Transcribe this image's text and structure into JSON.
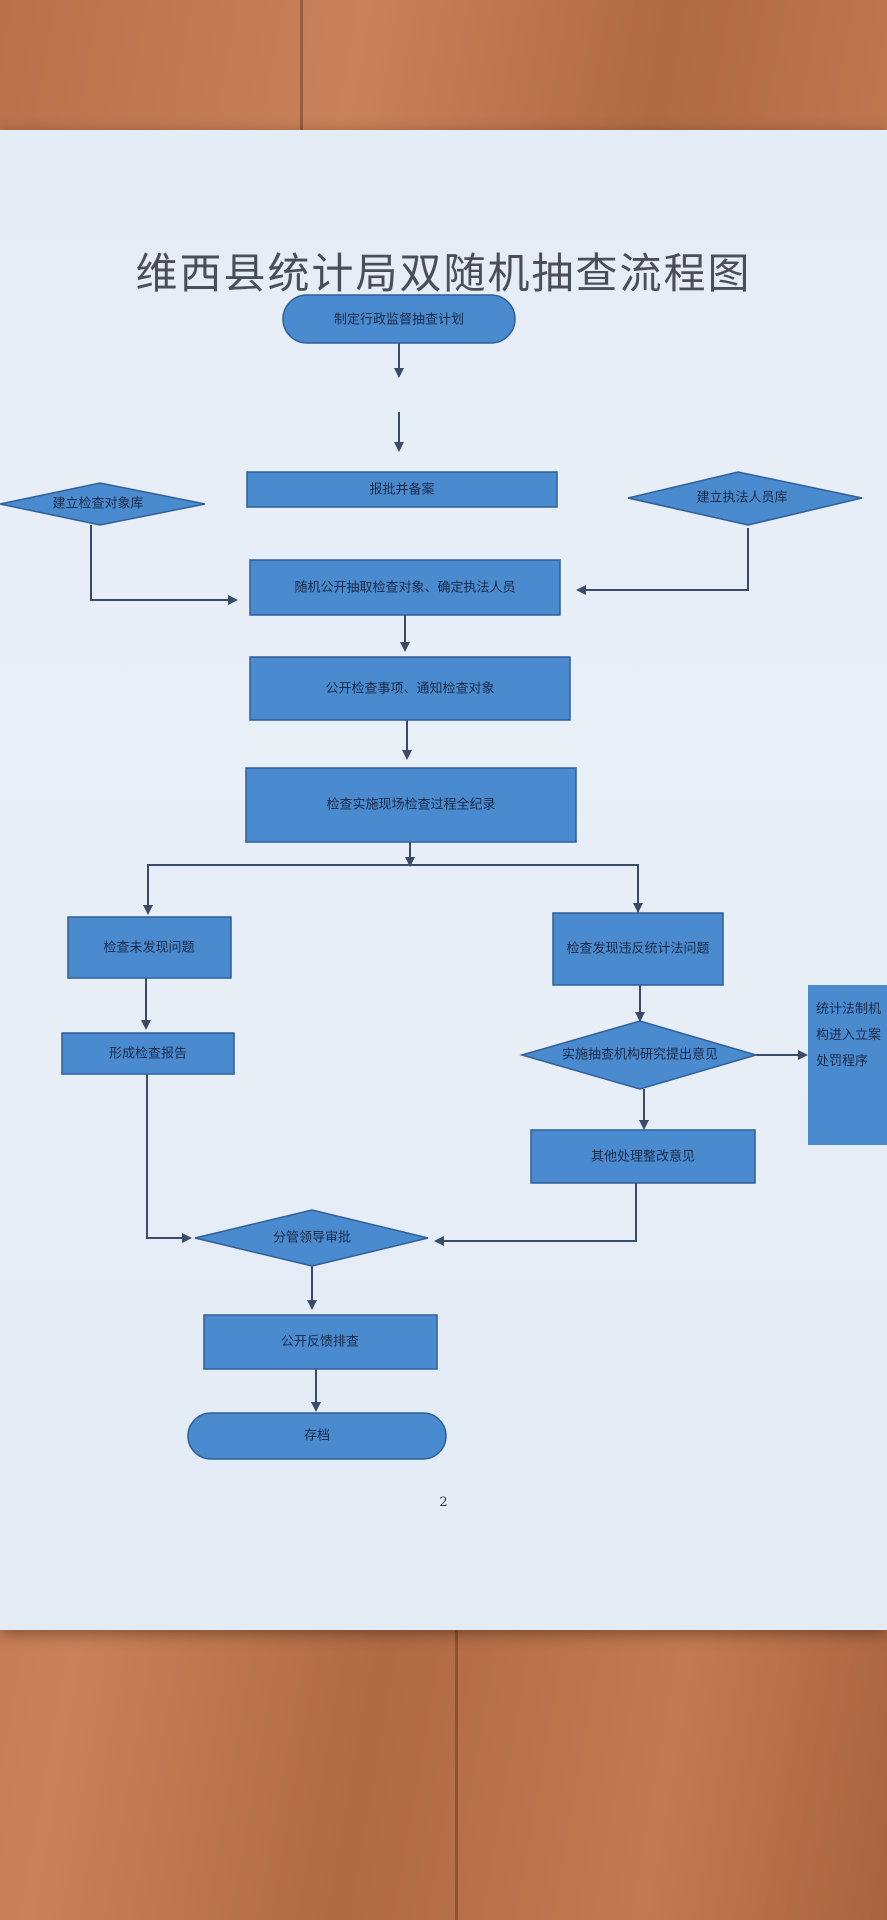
{
  "title": "维西县统计局双随机抽查流程图",
  "nodes": {
    "start": "制定行政监督抽查计划",
    "report_file": "报批并备案",
    "object_db": "建立检查对象库",
    "staff_db": "建立执法人员库",
    "random_select": "随机公开抽取检查对象、确定执法人员",
    "publish_notify": "公开检查事项、通知检查对象",
    "inspect_record": "检查实施现场检查过程全纪录",
    "no_issue": "检查未发现问题",
    "issue_found": "检查发现违反统计法问题",
    "form_report": "形成检查报告",
    "research_opinion": "实施抽查机构研究提出意见",
    "other_rectify": "其他处理整改意见",
    "side_legal": "统计法制机构进入立案处罚程序",
    "leader_review": "分管领导审批",
    "publish_feedback": "公开反馈排查",
    "archive": "存档"
  },
  "page_number": "2",
  "colors": {
    "node_fill": "#4a8bd0",
    "node_stroke": "#2f5f99",
    "arrow": "#3b4a66"
  }
}
